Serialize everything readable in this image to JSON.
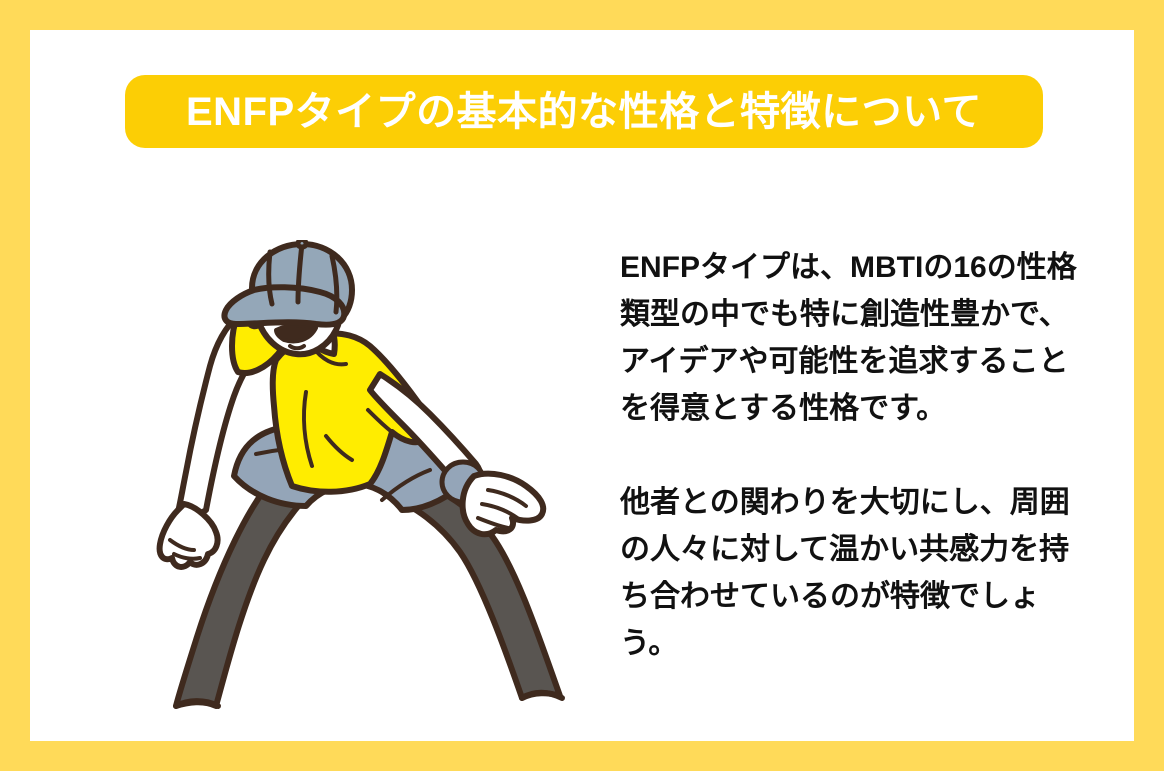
{
  "frame": {
    "border_color": "#ffda59",
    "card_color": "#ffffff"
  },
  "header": {
    "badge_color": "#fcce05",
    "title": "ENFPタイプの基本的な性格と特徴について",
    "title_color": "#ffffff"
  },
  "body": {
    "text_color": "#111111",
    "paragraphs": [
      "ENFPタイプは、MBTIの16の性格類型の中でも特に創造性豊かで、アイデアや可能性を追求することを得意とする性格です。",
      "他者との関わりを大切にし、周囲の人々に対して温かい共感力を持ち合わせているのが特徴でしょう。"
    ]
  },
  "illustration": {
    "name": "man-stretching-illustration",
    "description": "side-stretching man wearing cap, t-shirt, shorts and leggings",
    "colors": {
      "outline": "#3f2a1e",
      "shirt": "#ffed00",
      "cap": "#94a7b8",
      "shorts": "#94a5b8",
      "leggings": "#595551",
      "skin": "#ffffff"
    },
    "parts": [
      "cap",
      "face",
      "left-arm-raised",
      "t-shirt",
      "shorts",
      "left-leg",
      "right-leg",
      "right-hand-on-knee",
      "wristwatch"
    ]
  }
}
